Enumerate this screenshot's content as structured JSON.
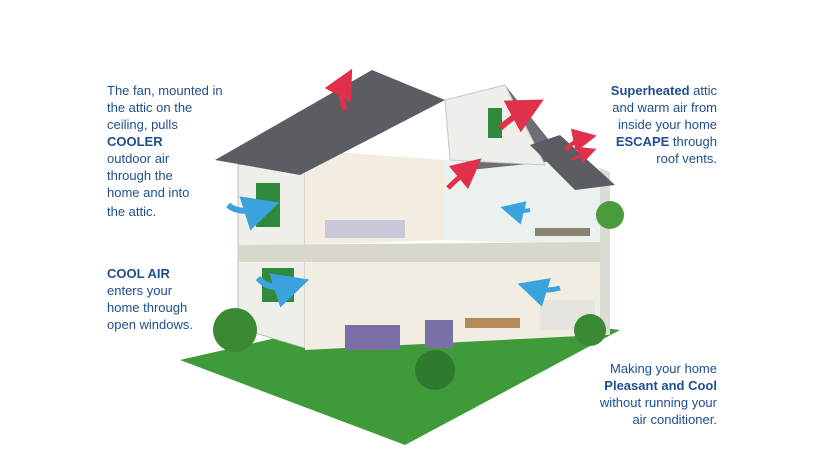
{
  "captions": {
    "fan": {
      "line1": "The fan, mounted in",
      "line2": "the attic on the",
      "line3": "ceiling, pulls",
      "line4": "COOLER",
      "line5": "outdoor air",
      "line6": "through the",
      "line7": "home and into",
      "line8": "the attic."
    },
    "cool_air": {
      "line1": "COOL AIR",
      "line2": "enters your",
      "line3": "home through",
      "line4": "open windows."
    },
    "superheated": {
      "line1_bold": "Superheated",
      "line1_rest": " attic",
      "line2": "and warm air from",
      "line3": "inside your home",
      "line4_bold": "ESCAPE",
      "line4_rest": " through",
      "line5": "roof vents."
    },
    "pleasant": {
      "line1": "Making your home",
      "line2": "Pleasant and Cool",
      "line3": "without  running your",
      "line4": "air conditioner."
    }
  },
  "colors": {
    "text": "#1f4e8c",
    "hot_arrow": "#e0304a",
    "cool_arrow": "#3aa3de",
    "roof": "#5a5e63",
    "siding": "#eeeeea",
    "grass": "#3f9a3a",
    "window": "#2f8a3e"
  },
  "icons": {
    "hot_air": "red-up-arrow-icon",
    "cool_air": "blue-curved-arrow-icon"
  }
}
